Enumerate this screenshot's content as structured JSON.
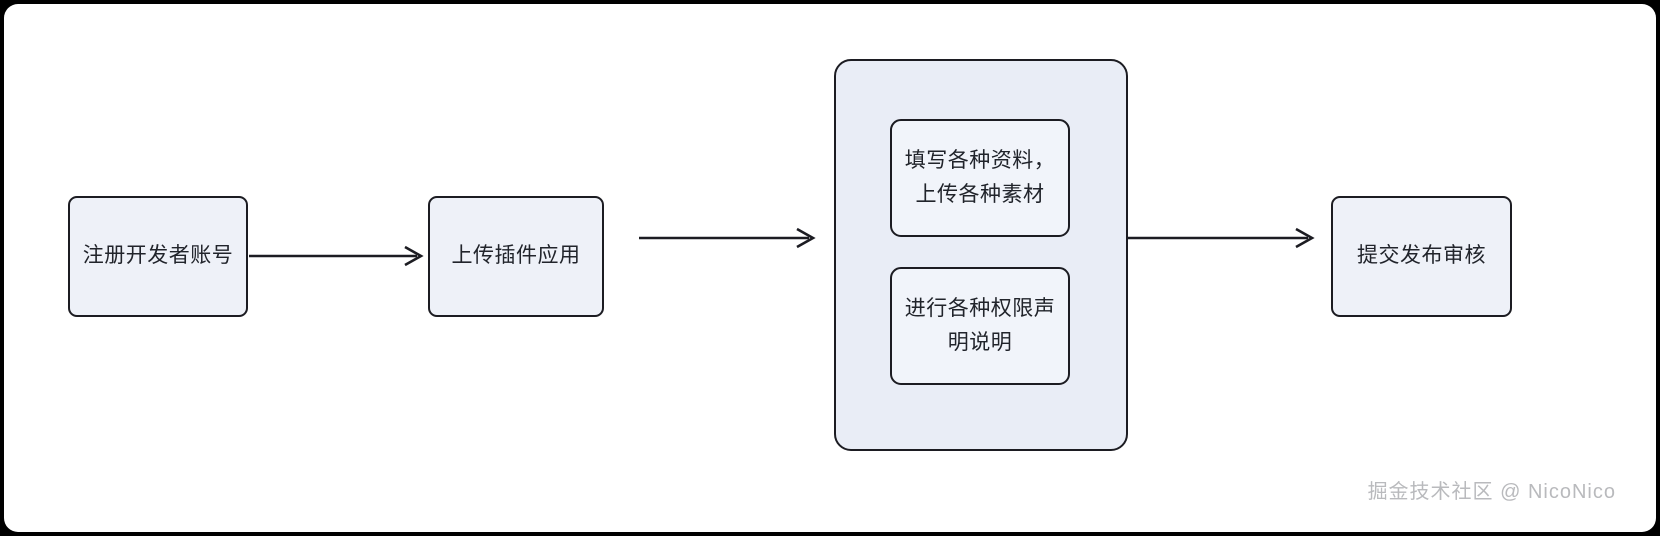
{
  "diagram": {
    "title_hidden": "",
    "colors": {
      "canvas_bg": "#ffffff",
      "page_bg": "#000000",
      "node_fill": "#eef1f8",
      "group_fill": "#e9edf6",
      "subnode_fill": "#f1f4fa",
      "stroke": "#1c1c22",
      "text": "#21242b",
      "watermark": "#b9babd"
    },
    "nodes": [
      {
        "id": "register",
        "label": "注册开发者账号"
      },
      {
        "id": "upload",
        "label": "上传插件应用"
      },
      {
        "id": "materials",
        "line1": "填写各种资料，",
        "line2": "上传各种素材"
      },
      {
        "id": "permissions",
        "line1": "进行各种权限声",
        "line2": "明说明"
      },
      {
        "id": "submit",
        "label": "提交发布审核"
      }
    ],
    "arrows": [
      {
        "id": "arrow-1",
        "from": "register",
        "to": "upload",
        "label": ""
      },
      {
        "id": "arrow-2",
        "from": "upload",
        "to": "group",
        "label": ""
      },
      {
        "id": "arrow-3",
        "from": "group",
        "to": "submit",
        "label": ""
      }
    ],
    "watermark": "掘金技术社区 @ NicoNico"
  }
}
